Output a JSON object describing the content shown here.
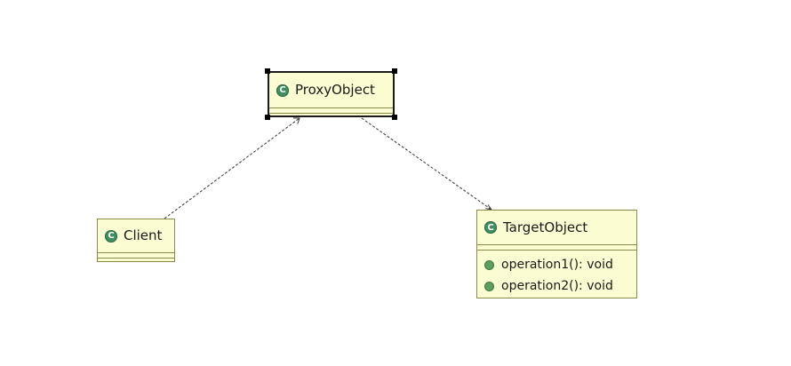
{
  "diagram": {
    "classes": [
      {
        "id": "proxy",
        "name": "ProxyObject",
        "icon": "class-icon",
        "icon_glyph": "C",
        "selected": true,
        "operations": []
      },
      {
        "id": "client",
        "name": "Client",
        "icon": "class-icon",
        "icon_glyph": "C",
        "selected": false,
        "operations": []
      },
      {
        "id": "target",
        "name": "TargetObject",
        "icon": "class-icon",
        "icon_glyph": "C",
        "selected": false,
        "operations": [
          "operation1(): void",
          "operation2(): void"
        ]
      }
    ],
    "relationships": [
      {
        "from": "client",
        "to": "proxy",
        "type": "dependency",
        "style": "dashed-open-arrow"
      },
      {
        "from": "proxy",
        "to": "target",
        "type": "dependency",
        "style": "dashed-open-arrow"
      }
    ],
    "colors": {
      "class_fill": "#fcfcd2",
      "class_border": "#8a8a4a",
      "class_icon": "#3f8e60",
      "operation_dot": "#5aa05a",
      "edge": "#333333"
    }
  }
}
